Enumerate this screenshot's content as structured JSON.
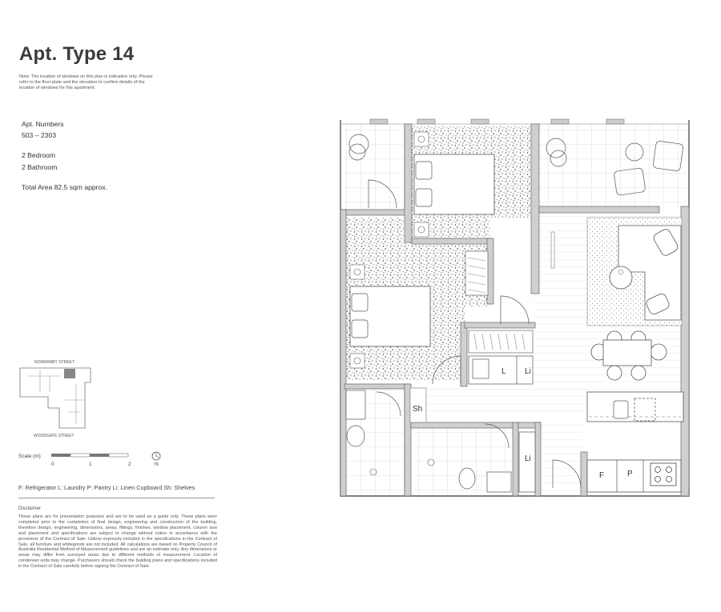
{
  "header": {
    "title": "Apt. Type 14",
    "note": "Note: The location of windows on this plan is indicative only. Please refer to the floor plate and the elevation to confirm details of the location of windows for this apartment."
  },
  "details": {
    "numbers_label": "Apt. Numbers",
    "numbers_value": "503 – 2303",
    "bedroom": "2  Bedroom",
    "bathroom": "2  Bathroom",
    "total_area": "Total Area  82.5 sqm  approx."
  },
  "keyplan": {
    "street_top": "NORMANBY STREET",
    "street_bottom": "WOODGATE STREET"
  },
  "scale": {
    "label": "Scale (m)",
    "ticks": [
      "0",
      "1",
      "2"
    ],
    "north": "N"
  },
  "legend": "F: Refrigerator    L: Laundry    P: Pantry    Li: Linen Cupboard    Sh: Shelves",
  "disclaimer": {
    "title": "Disclaimer",
    "text": "These plans are for presentation purposes and are to be used as a guide only. These plans were completed prior to the completion of final design, engineering and construction of the building, therefore design, engineering, dimensions, areas, fittings, finishes, window placement, column size and placement and specifications are subject to change without notice in accordance with the provisions of the Contract of Sale. Unless expressly included in the specifications in the Contract of Sale, all furniture and whitegoods are not included. All calculations are based on Property Council of Australia Residential Method of Measurement guidelines and are an estimate only. Any dimensions or areas may differ from surveyed areas due to different methods of measurement. Location of condenser units may change. Purchasers should check the building plans and specifications included in the Contract of Sale carefully before signing the Contract of Sale."
  },
  "plan_labels": {
    "laundry": "L",
    "linen_1": "Li",
    "linen_2": "Li",
    "shelves": "Sh",
    "fridge": "F",
    "pantry": "P"
  }
}
